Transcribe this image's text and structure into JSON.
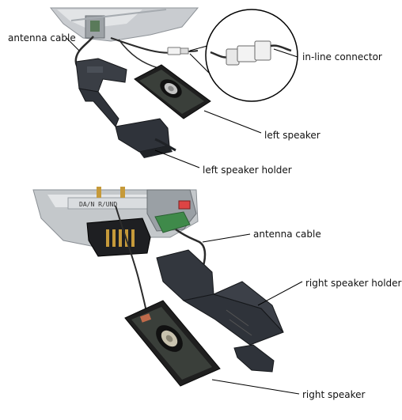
{
  "labels": {
    "antenna_cable_top": "antenna cable",
    "inline_connector": "in-line connector",
    "left_speaker": "left speaker",
    "left_speaker_holder": "left speaker holder",
    "antenna_cable_bottom": "antenna cable",
    "right_speaker_holder": "right speaker holder",
    "right_speaker": "right speaker"
  },
  "board_label": "DA/N R/UND",
  "colors": {
    "chassis": "#bfc3c6",
    "holder": "#2f333a",
    "speaker_body": "#1f1f1f",
    "speaker_grille": "#3a3f3a",
    "pcb_green": "#3f8a4a",
    "pin_gold": "#c69a3a",
    "leader": "#000000"
  }
}
